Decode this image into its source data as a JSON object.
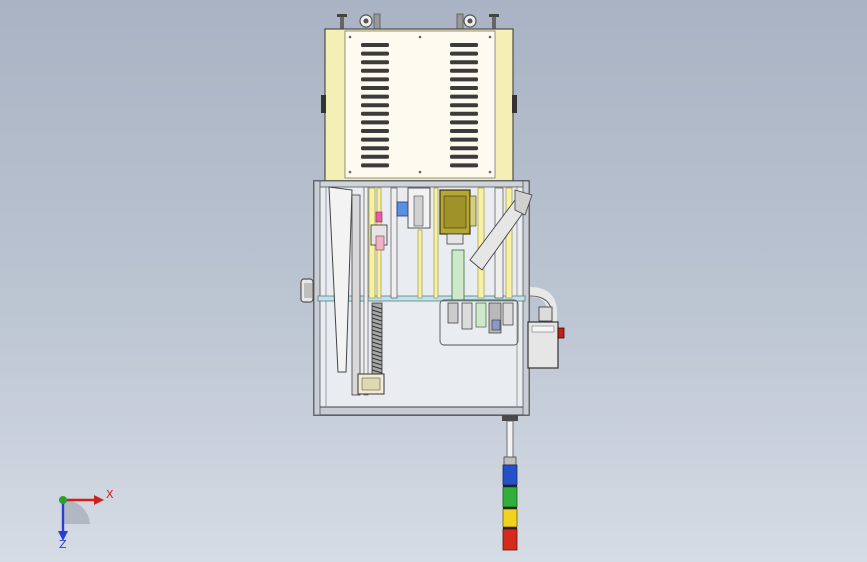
{
  "viewport": {
    "background_top": "#a9b3c3",
    "background_bottom": "#d6dce5"
  },
  "model": {
    "view": "front",
    "components": [
      "top-cabinet",
      "vent-slots",
      "leveling-feet",
      "main-frame",
      "internal-mechanism",
      "lead-screw",
      "yellow-motor",
      "side-handle",
      "side-control-box",
      "signal-tower"
    ],
    "colors": {
      "cabinet": "#f4efb4",
      "frame": "#dfe3ea",
      "frame_edge": "#5b6070",
      "motor": "#b5a832",
      "signal_blue": "#2451c8",
      "signal_green": "#2fae3a",
      "signal_yellow": "#f1d21e",
      "signal_red": "#d52a1c"
    }
  },
  "triad": {
    "x_label": "X",
    "z_label": "Z",
    "colors": {
      "x": "#d0201c",
      "y": "#2aa130",
      "z": "#2a3fd0"
    }
  }
}
